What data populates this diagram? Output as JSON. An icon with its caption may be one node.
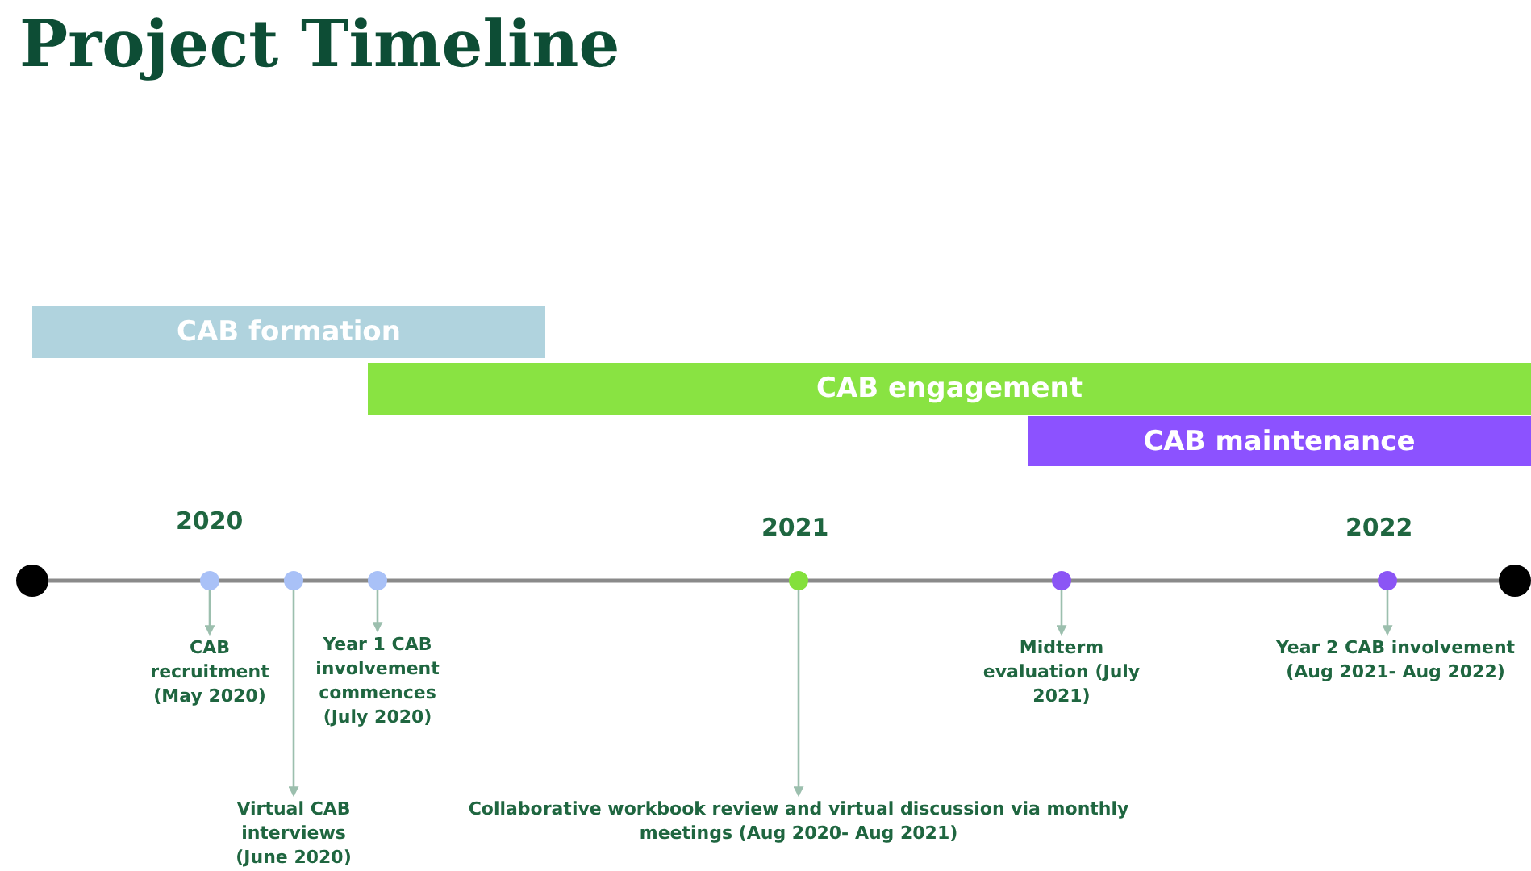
{
  "diagram": {
    "title": "Project Timeline",
    "nodes": [
      {
        "text": [
          "CAB formation"
        ]
      },
      {
        "text": [
          "CAB engagement"
        ]
      },
      {
        "text": [
          "CAB maintenance"
        ]
      },
      {
        "text": [],
        "shape": "circle"
      },
      {
        "text": [],
        "shape": "circle"
      },
      {
        "text": [],
        "shape": "circle"
      },
      {
        "text": [],
        "shape": "circle"
      },
      {
        "text": [],
        "shape": "circle"
      },
      {
        "text": [],
        "shape": "circle"
      },
      {
        "text": [
          "CAB recruitment (May 2020)"
        ]
      },
      {
        "text": [
          "Virtual CAB interviews (June 2020)"
        ]
      },
      {
        "text": [
          "Year 1 CAB involvement commences (July 2020)"
        ]
      },
      {
        "text": [
          "Collaborative workbook review and virtual discussion via monthly meetings (Aug 2020- Aug 2021)"
        ]
      },
      {
        "text": [
          "Midterm evaluation (July 2021)"
        ]
      },
      {
        "text": [
          "Year 2 CAB involvement (Aug 2021- Aug 2022)"
        ]
      }
    ],
    "edges": [
      {
        "from": 3,
        "to": 9,
        "arrow": "to"
      },
      {
        "from": 4,
        "to": 10,
        "arrow": "to"
      },
      {
        "from": 5,
        "to": 11,
        "arrow": "to"
      },
      {
        "from": 6,
        "to": 12,
        "arrow": "to"
      },
      {
        "from": 7,
        "to": 13,
        "arrow": "to"
      },
      {
        "from": 8,
        "to": 14,
        "arrow": "to"
      }
    ],
    "labels": [
      "2020",
      "2021",
      "2022"
    ]
  }
}
